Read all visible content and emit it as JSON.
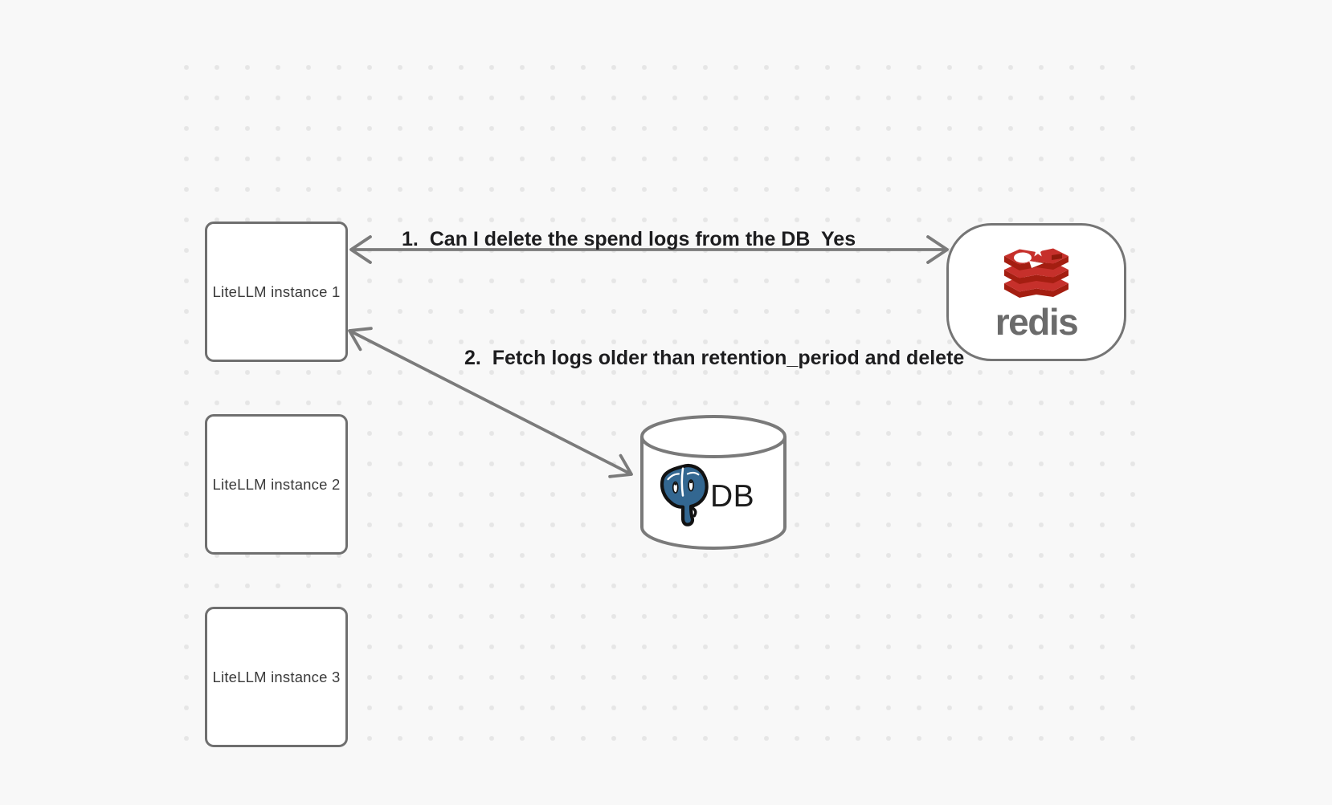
{
  "diagram": {
    "background_color": "#f8f8f8",
    "dot_color": "#e6e6e6",
    "stroke_color": "#7b7b7b"
  },
  "nodes": {
    "litellm_instances": [
      {
        "label": "LiteLLM instance 1"
      },
      {
        "label": "LiteLLM instance 2"
      },
      {
        "label": "LiteLLM instance 3"
      }
    ],
    "redis": {
      "wordmark": "redis",
      "logo_icon": "redis-stack-icon",
      "logo_red": "#c6302b",
      "logo_dark_red": "#a41e11",
      "wordmark_color": "#6b6b6b"
    },
    "database": {
      "label": "DB",
      "shape": "cylinder",
      "logo_icon": "postgresql-elephant-icon",
      "logo_blue": "#336791"
    }
  },
  "edges": [
    {
      "label": "1.  Can I delete the spend logs from the DB",
      "response_label": "Yes",
      "from": "LiteLLM instance 1",
      "to": "redis",
      "style": "bidirectional-arrow"
    },
    {
      "label": "2.  Fetch logs older than retention_period and delete",
      "from": "LiteLLM instance 1",
      "to": "DB",
      "style": "bidirectional-arrow"
    }
  ]
}
